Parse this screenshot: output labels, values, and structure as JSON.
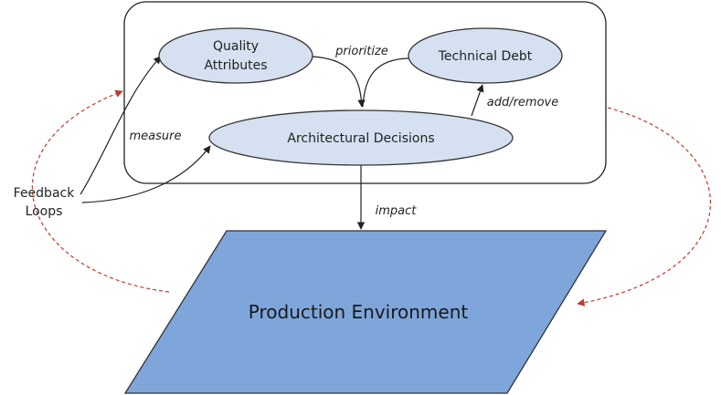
{
  "nodes": {
    "quality_attributes": {
      "line1": "Quality",
      "line2": "Attributes"
    },
    "technical_debt": {
      "label": "Technical Debt"
    },
    "architectural_decisions": {
      "label": "Architectural Decisions"
    },
    "production_environment": {
      "label": "Production Environment"
    },
    "feedback_loops": {
      "line1": "Feedback",
      "line2": "Loops"
    }
  },
  "edges": {
    "prioritize": "prioritize",
    "add_remove": "add/remove",
    "measure": "measure",
    "impact": "impact"
  },
  "colors": {
    "ellipse_fill": "#d5e1f1",
    "ellipse_stroke": "#333333",
    "parallelogram_fill": "#7ea6da",
    "parallelogram_stroke": "#333333",
    "feedback_dashed": "#c0392b",
    "arrow": "#222222"
  }
}
